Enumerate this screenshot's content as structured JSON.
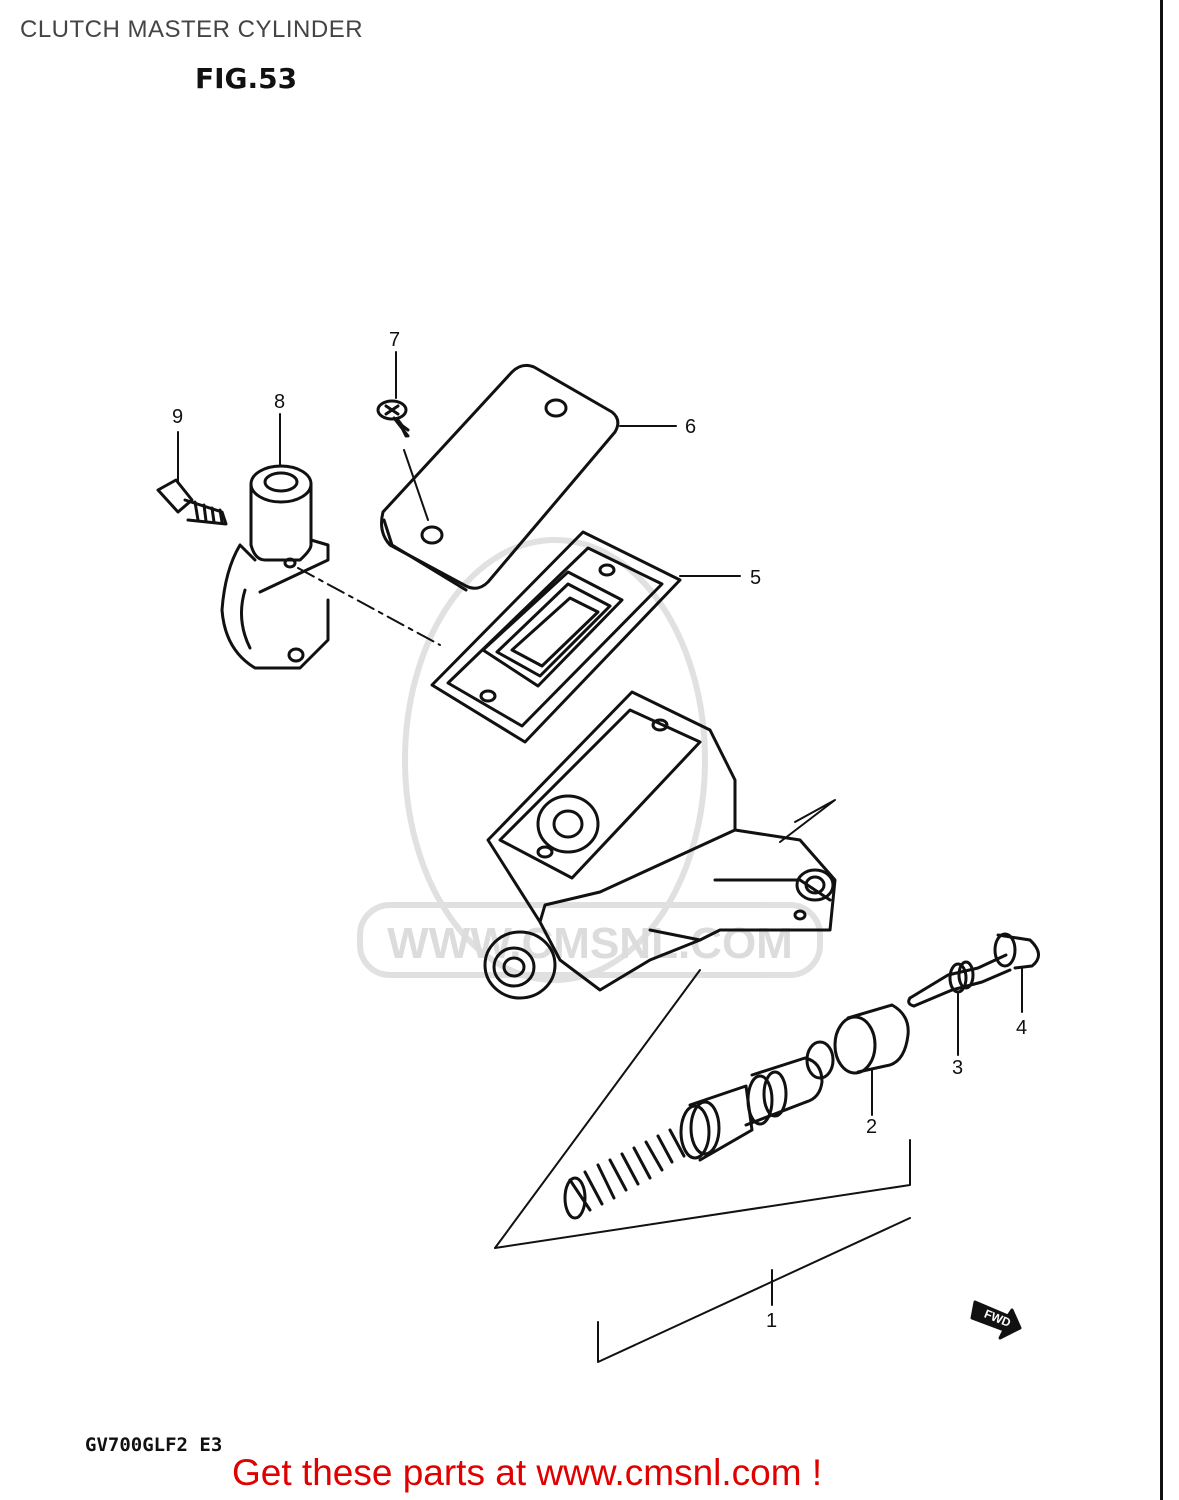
{
  "title": "CLUTCH MASTER CYLINDER",
  "figure": "FIG.53",
  "model_code": "GV700GLF2  E3",
  "footer": "Get these parts at www.cmsnl.com !",
  "watermark": "WWW.CMSNL.COM",
  "direction_tag": "FWD",
  "callouts": {
    "c1": "1",
    "c2": "2",
    "c3": "3",
    "c4": "4",
    "c5": "5",
    "c6": "6",
    "c7": "7",
    "c8": "8",
    "c9": "9"
  },
  "colors": {
    "line": "#111111",
    "footer": "#e00000",
    "watermark": "#d9d9d9"
  }
}
